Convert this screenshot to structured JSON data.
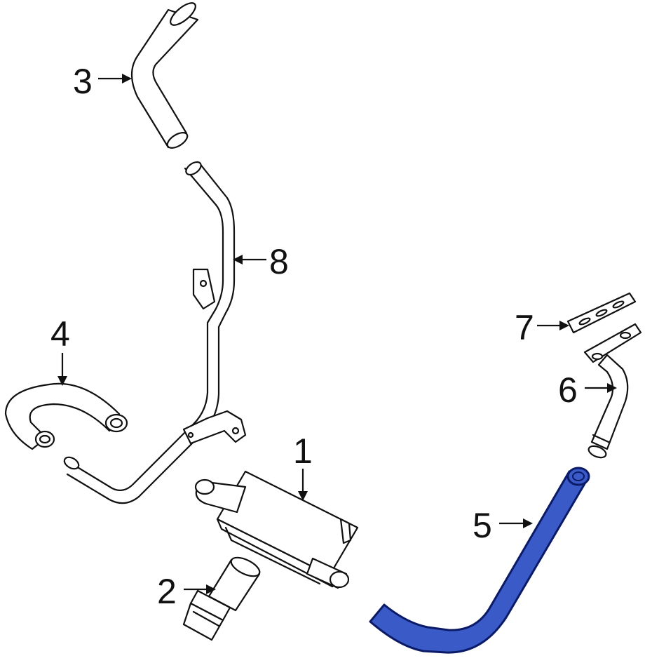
{
  "callouts": {
    "c1": "1",
    "c2": "2",
    "c3": "3",
    "c4": "4",
    "c5": "5",
    "c6": "6",
    "c7": "7",
    "c8": "8"
  },
  "colors": {
    "highlight_fill": "#3a5bc7",
    "highlight_stroke": "#0a1a66",
    "line": "#111111",
    "background": "#ffffff"
  }
}
